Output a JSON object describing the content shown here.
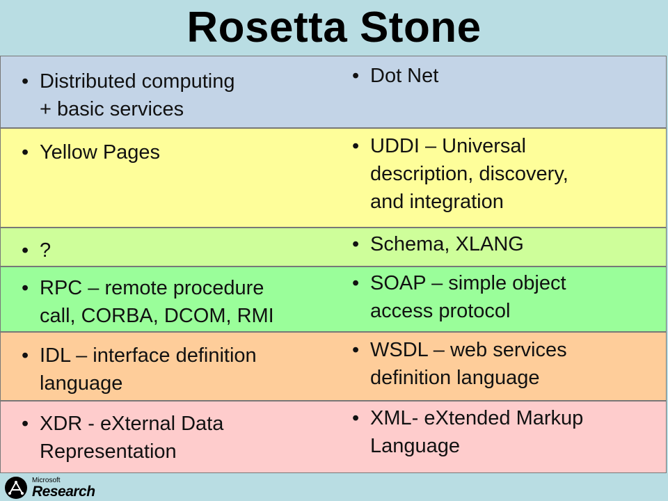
{
  "title": "Rosetta Stone",
  "colors": {
    "background": "#b9dde3",
    "row_blue": "#c3d4e7",
    "row_yellow": "#fefe9a",
    "row_lime": "#cefe9a",
    "row_green": "#9afe9a",
    "row_orange": "#fecd9a",
    "row_pink": "#fecccc"
  },
  "rows": [
    {
      "color": "row_blue",
      "left": [
        "Distributed computing",
        "+ basic services"
      ],
      "right": [
        "Dot Net"
      ]
    },
    {
      "color": "row_yellow",
      "left": [
        "Yellow Pages"
      ],
      "right": [
        "UDDI – Universal",
        "description, discovery,",
        "and integration"
      ]
    },
    {
      "color": "row_lime",
      "left": [
        "?"
      ],
      "right": [
        "Schema, XLANG"
      ]
    },
    {
      "color": "row_green",
      "left": [
        "RPC – remote procedure",
        "call, CORBA, DCOM, RMI"
      ],
      "right": [
        "SOAP – simple object",
        "access protocol"
      ]
    },
    {
      "color": "row_orange",
      "left": [
        "IDL – interface definition",
        "language"
      ],
      "right": [
        "WSDL – web services",
        "definition language"
      ]
    },
    {
      "color": "row_pink",
      "left": [
        "XDR - eXternal Data",
        "Representation"
      ],
      "right": [
        "XML- eXtended Markup",
        "Language"
      ]
    }
  ],
  "bullet": "•",
  "logo": {
    "small_text": "Microsoft",
    "big_text": "Research",
    "icon": "microsoft-research-logo-icon"
  }
}
